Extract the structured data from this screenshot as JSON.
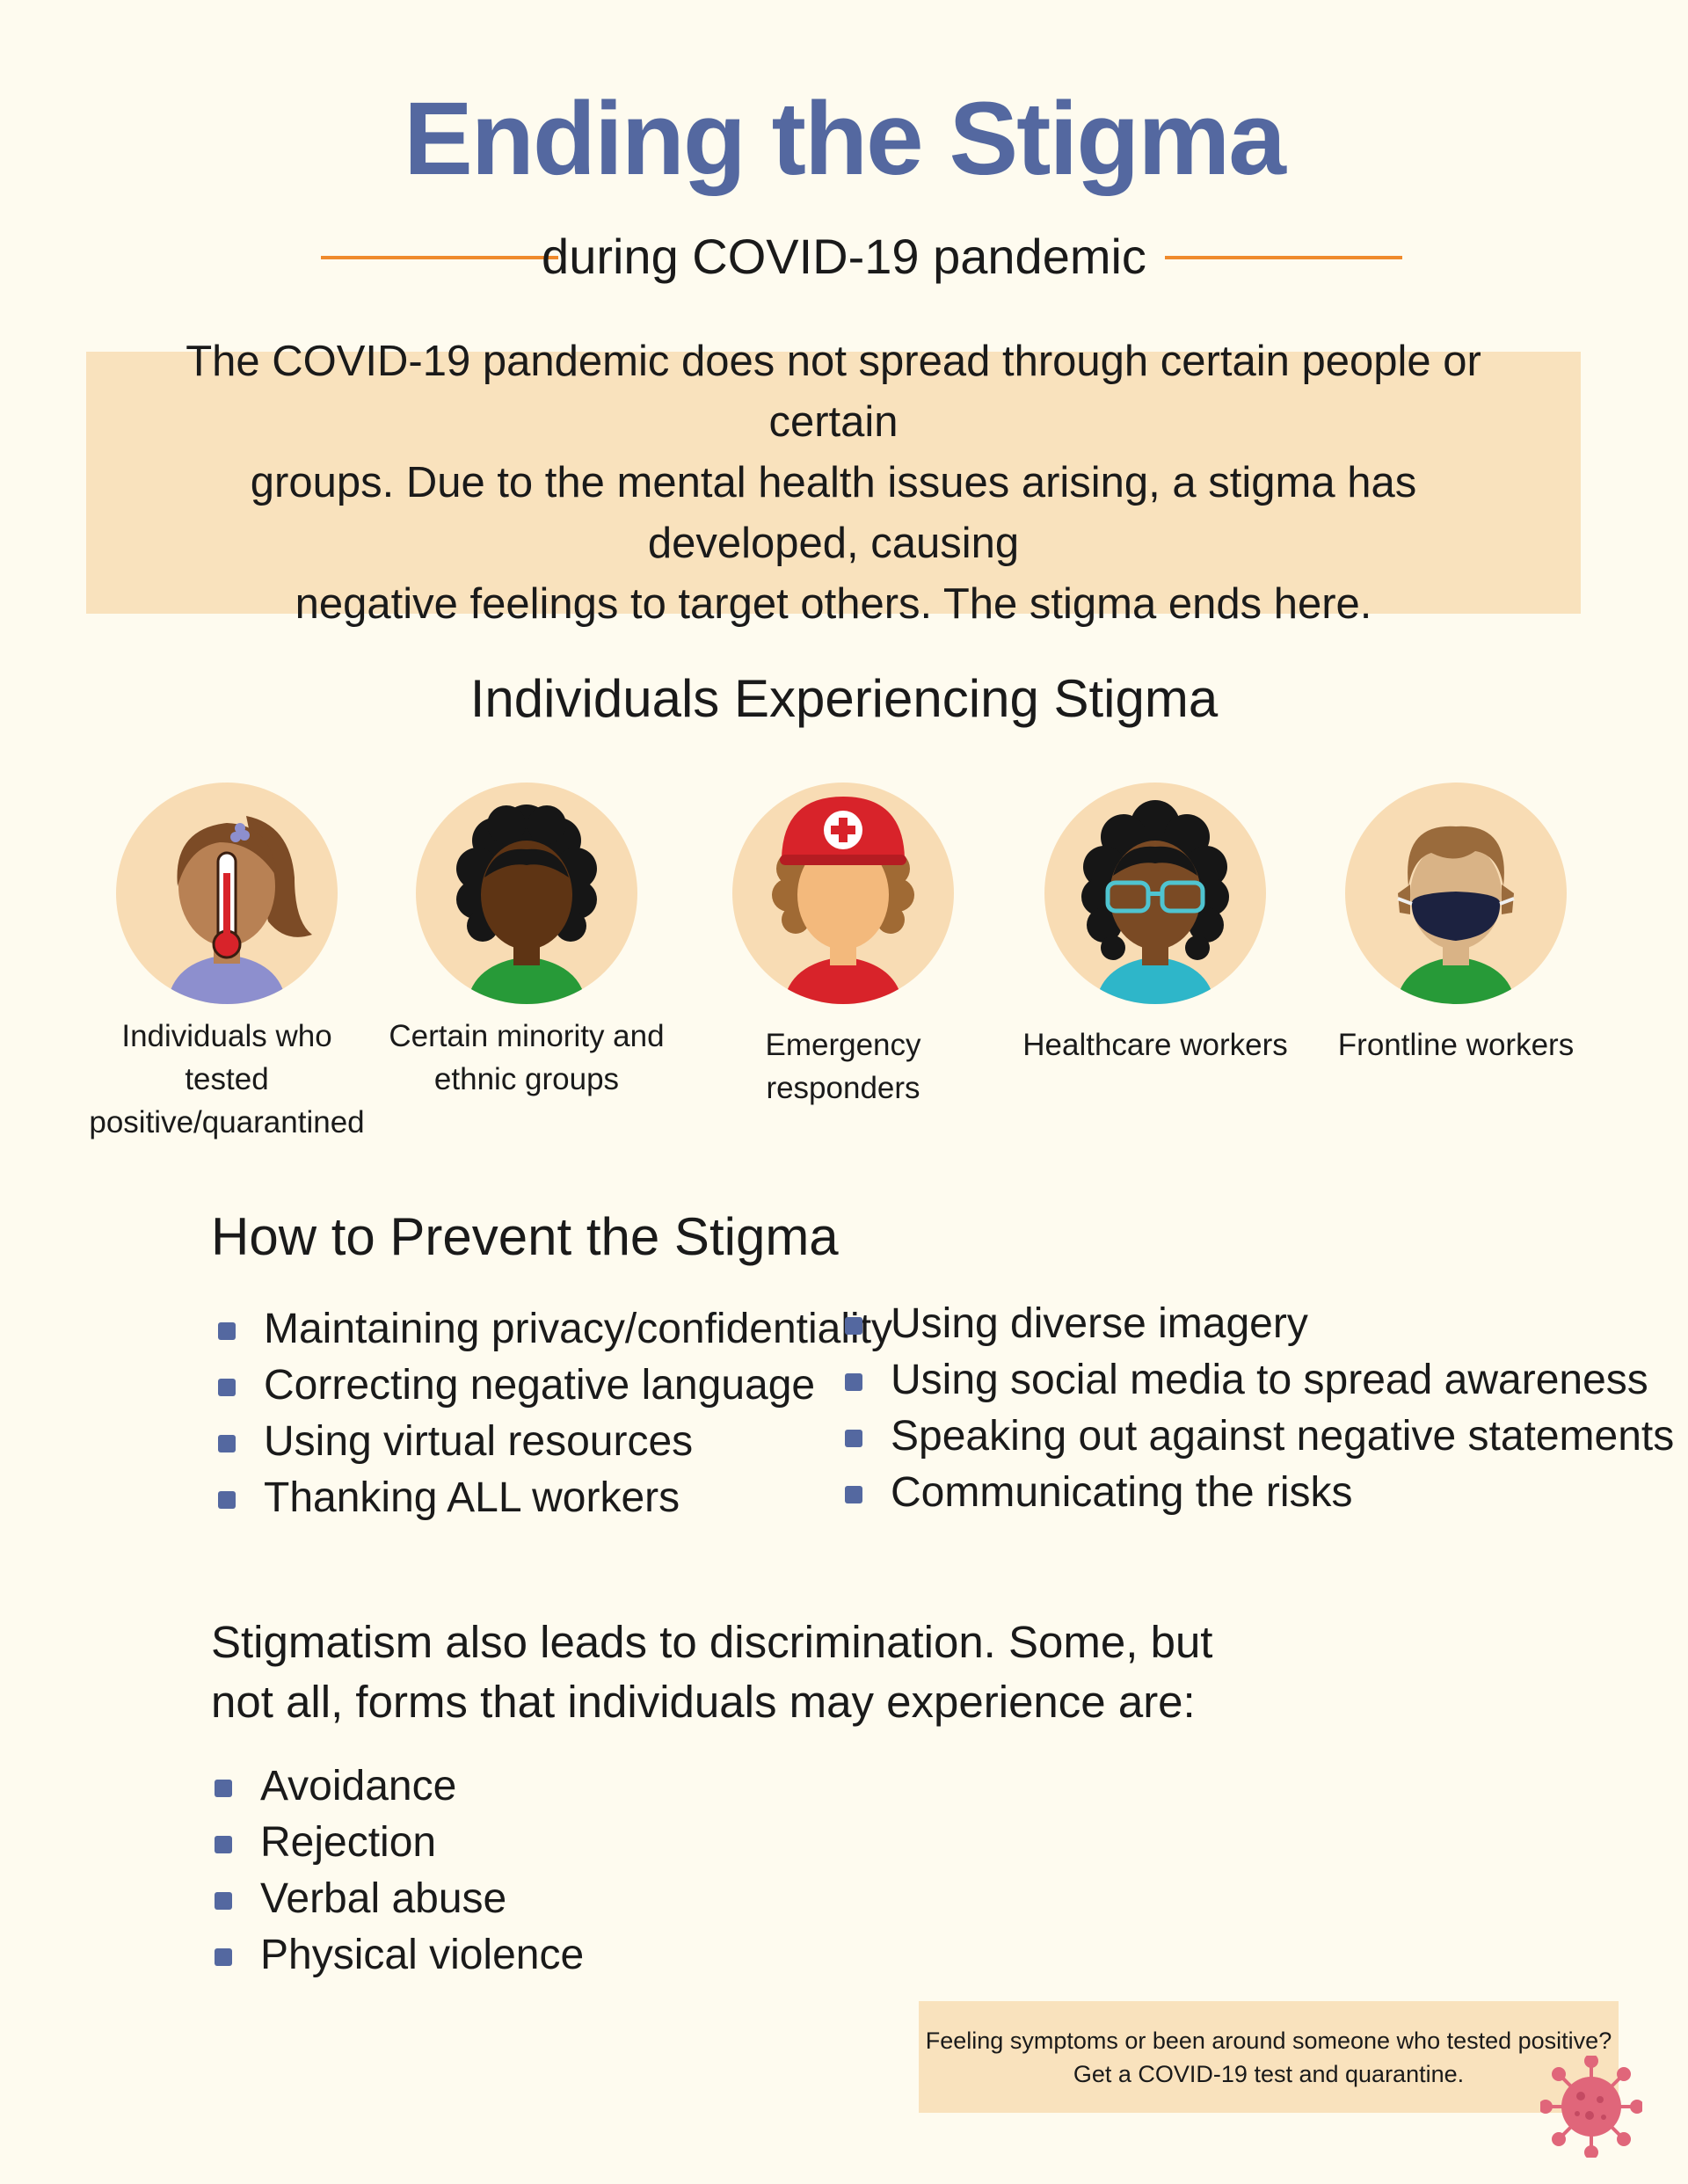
{
  "header": {
    "title": "Ending the Stigma",
    "subtitle": "during COVID-19 pandemic"
  },
  "intro": {
    "lines": [
      "The COVID-19 pandemic does not spread through certain people or certain",
      "groups. Due to the mental health issues arising, a stigma has developed, causing",
      "negative feelings to target others. The stigma ends here."
    ]
  },
  "individuals": {
    "heading": "Individuals Experiencing Stigma",
    "people": [
      {
        "label_lines": [
          "Individuals who tested",
          "positive/quarantined"
        ],
        "icon": "person-with-thermometer-icon"
      },
      {
        "label_lines": [
          "Certain minority and",
          "ethnic groups"
        ],
        "icon": "person-curly-hair-icon"
      },
      {
        "label_lines": [
          "Emergency responders"
        ],
        "icon": "person-red-helmet-icon"
      },
      {
        "label_lines": [
          "Healthcare workers"
        ],
        "icon": "person-glasses-icon"
      },
      {
        "label_lines": [
          "Frontline workers"
        ],
        "icon": "person-face-mask-icon"
      }
    ]
  },
  "prevent": {
    "heading": "How to Prevent the Stigma",
    "left": [
      "Maintaining privacy/confidentiality",
      "Correcting negative language",
      "Using virtual resources",
      "Thanking ALL workers"
    ],
    "right": [
      "Using diverse imagery",
      "Using social media to spread awareness",
      "Speaking out against negative statements",
      "Communicating the risks"
    ]
  },
  "discrimination": {
    "lines": [
      "Stigmatism also leads to discrimination. Some, but",
      "not all, forms that individuals may experience are:"
    ],
    "items": [
      "Avoidance",
      "Rejection",
      "Verbal abuse",
      "Physical violence"
    ]
  },
  "footer": {
    "line1": "Feeling symptoms or been around someone who tested positive?",
    "line2": "Get a COVID-19 test and quarantine."
  },
  "colors": {
    "background": "#fefbef",
    "title": "#5468a0",
    "accent_rule": "#ef8a2c",
    "box": "#f9e2bd",
    "avatar_circle": "#f8dcb4",
    "virus": "#e0667a"
  }
}
